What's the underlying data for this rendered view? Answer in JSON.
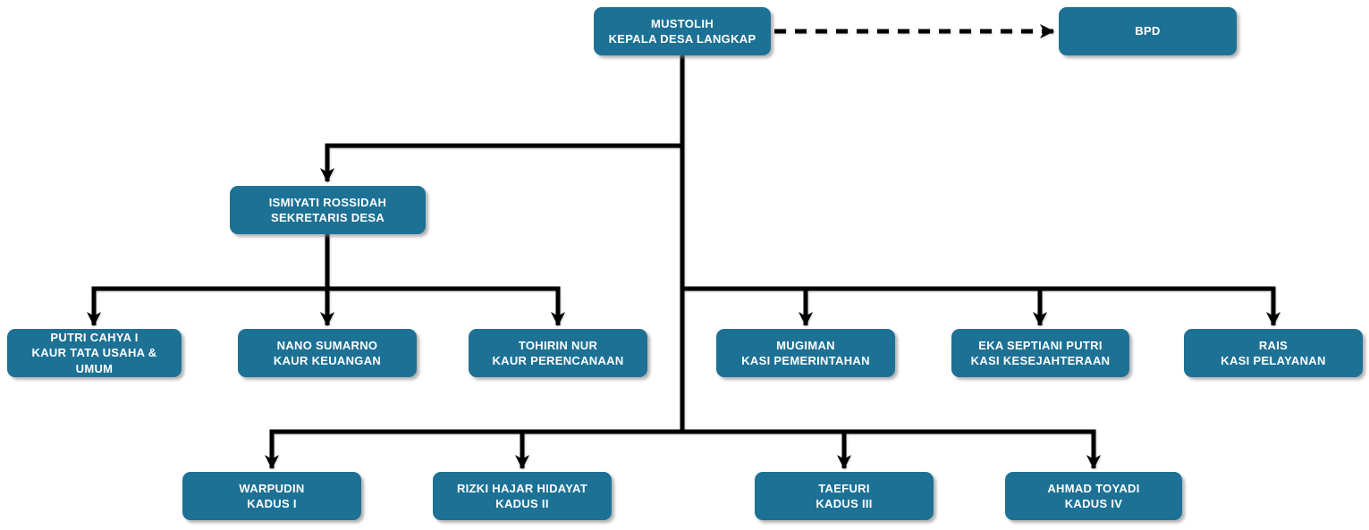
{
  "diagram_type": "org-chart",
  "colors": {
    "node_fill": "#1d7195",
    "node_text": "#ffffff",
    "connector": "#000000",
    "background": "#ffffff"
  },
  "nodes": {
    "kepala_desa": {
      "name": "MUSTOLIH",
      "role": "KEPALA DESA LANGKAP"
    },
    "bpd": {
      "name": "BPD",
      "role": ""
    },
    "sekretaris": {
      "name": "ISMIYATI ROSSIDAH",
      "role": "SEKRETARIS DESA"
    },
    "kaur_tata_usaha": {
      "name": "PUTRI CAHYA I",
      "role": "KAUR TATA USAHA & UMUM"
    },
    "kaur_keuangan": {
      "name": "NANO SUMARNO",
      "role": "KAUR KEUANGAN"
    },
    "kaur_perencanaan": {
      "name": "TOHIRIN NUR",
      "role": "KAUR PERENCANAAN"
    },
    "kasi_pemerintahan": {
      "name": "MUGIMAN",
      "role": "KASI PEMERINTAHAN"
    },
    "kasi_kesejahteraan": {
      "name": "EKA SEPTIANI PUTRI",
      "role": "KASI KESEJAHTERAAN"
    },
    "kasi_pelayanan": {
      "name": "RAIS",
      "role": "KASI PELAYANAN"
    },
    "kadus_1": {
      "name": "WARPUDIN",
      "role": "KADUS I"
    },
    "kadus_2": {
      "name": "RIZKI HAJAR HIDAYAT",
      "role": "KADUS II"
    },
    "kadus_3": {
      "name": "TAEFURI",
      "role": "KADUS III"
    },
    "kadus_4": {
      "name": "AHMAD TOYADI",
      "role": "KADUS IV"
    }
  },
  "edges": [
    {
      "from": "kepala_desa",
      "to": "bpd",
      "style": "dashed-arrow"
    },
    {
      "from": "kepala_desa",
      "to": "sekretaris",
      "style": "solid-arrow"
    },
    {
      "from": "sekretaris",
      "to": "kaur_tata_usaha",
      "style": "solid-arrow"
    },
    {
      "from": "sekretaris",
      "to": "kaur_keuangan",
      "style": "solid-arrow"
    },
    {
      "from": "sekretaris",
      "to": "kaur_perencanaan",
      "style": "solid-arrow"
    },
    {
      "from": "kepala_desa",
      "to": "kasi_pemerintahan",
      "style": "solid-arrow"
    },
    {
      "from": "kepala_desa",
      "to": "kasi_kesejahteraan",
      "style": "solid-arrow"
    },
    {
      "from": "kepala_desa",
      "to": "kasi_pelayanan",
      "style": "solid-arrow"
    },
    {
      "from": "kepala_desa",
      "to": "kadus_1",
      "style": "solid-arrow"
    },
    {
      "from": "kepala_desa",
      "to": "kadus_2",
      "style": "solid-arrow"
    },
    {
      "from": "kepala_desa",
      "to": "kadus_3",
      "style": "solid-arrow"
    },
    {
      "from": "kepala_desa",
      "to": "kadus_4",
      "style": "solid-arrow"
    }
  ]
}
